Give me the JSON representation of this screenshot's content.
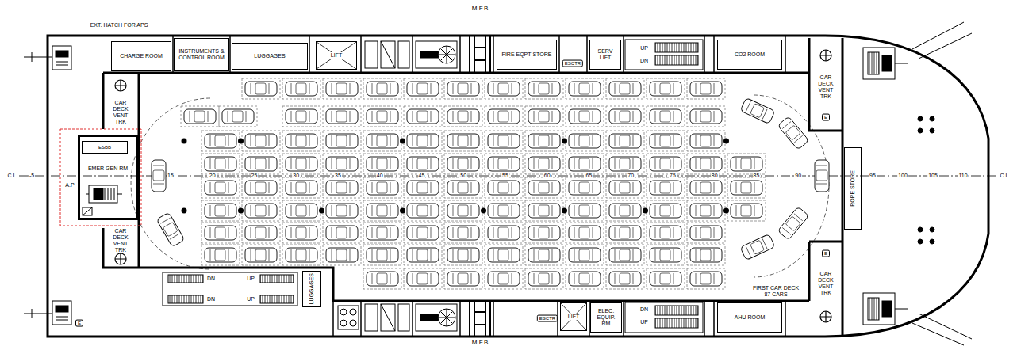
{
  "diagram": {
    "nodes": [
      {
        "text": [
          "CHARGE ROOM"
        ]
      },
      {
        "text": [
          "INSTRUMENTS & CONTROL ROOM"
        ]
      },
      {
        "text": [
          "LUGGAGES"
        ]
      },
      {
        "text": [
          "LIFT"
        ]
      },
      {
        "text": [
          "FIRE EQPT STORE"
        ]
      },
      {
        "text": [
          "SERV LIFT"
        ]
      },
      {
        "text": [
          "CO2 ROOM"
        ]
      },
      {
        "text": [
          "EMER GEN RM"
        ]
      },
      {
        "text": [
          "ESBB"
        ],
        "in": 7
      },
      {
        "text": [
          "ROPE STORE"
        ]
      },
      {
        "text": [
          "LUGGAGES"
        ]
      },
      {
        "text": [
          "LIFT"
        ]
      },
      {
        "text": [
          "ELEC. EQUIP. RM"
        ]
      },
      {
        "text": [
          "AHU ROOM"
        ]
      }
    ],
    "labels": [
      "M.F.B",
      "M.F.B",
      "EXT. HATCH FOR APS",
      "ESCTR",
      "ESCTR",
      "UP",
      "DN",
      "DN",
      "UP",
      "DN",
      "UP",
      "DN",
      "UP",
      "CAR DECK VENT TRK",
      "CAR DECK VENT TRK",
      "CAR DECK VENT TRK",
      "CAR DECK VENT TRK",
      "E",
      "E",
      "E",
      "A.P",
      "C.L",
      "C.L",
      "FIRST CAR DECK 87 CARS",
      "-5",
      "15",
      "20",
      "25",
      "30",
      "35",
      "40",
      "45",
      "50",
      "55",
      "60",
      "65",
      "70",
      "75",
      "80",
      "85",
      "90",
      "95",
      "100",
      "105",
      "110"
    ]
  }
}
